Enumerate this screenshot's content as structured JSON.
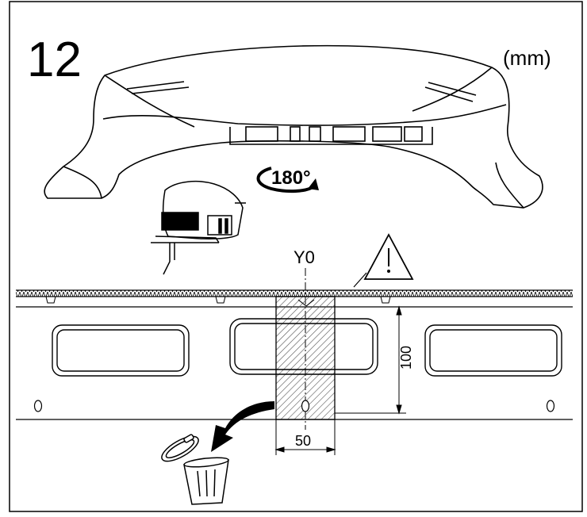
{
  "step": {
    "number": "12"
  },
  "units": "(mm)",
  "rotation": {
    "label": "180°"
  },
  "reference": {
    "label": "Y0"
  },
  "dimensions": {
    "height_label": "100",
    "width_label": "50"
  },
  "icons": [
    "warning-triangle-icon",
    "jigsaw-tool-icon",
    "trash-can-icon",
    "rotate-180-icon",
    "discard-arrow-icon"
  ],
  "colors": {
    "line": "#000000",
    "background": "#ffffff",
    "hatch": "#555555"
  }
}
